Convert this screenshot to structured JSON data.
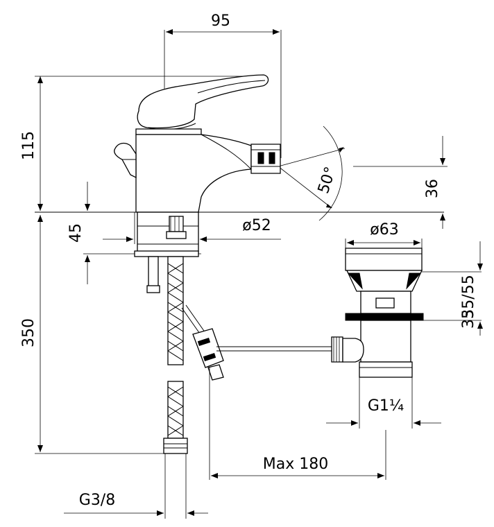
{
  "dimensions": {
    "width_top": "95",
    "height_top": "115",
    "flange_height": "45",
    "flange_diameter": "ø52",
    "spout_height": "36",
    "angle": "50°",
    "waste_diameter": "ø63",
    "waste_range": "35/55",
    "waste_min": "35",
    "total_height": "350",
    "waste_thread": "G1¼",
    "max_reach": "Max 180",
    "hose_thread": "G3/8"
  },
  "colors": {
    "line": "#000000",
    "background": "#ffffff"
  }
}
